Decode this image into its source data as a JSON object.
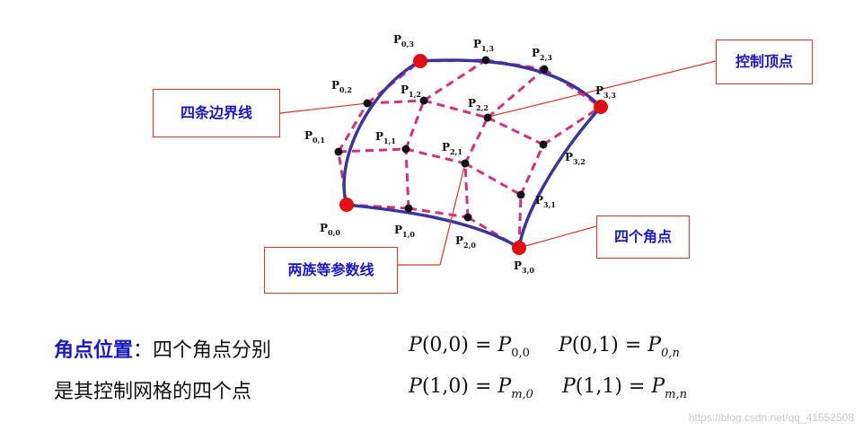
{
  "colors": {
    "curve": "#3a34a0",
    "dash": "#d4307c",
    "corner": "#e01010",
    "point": "#111111",
    "callout_border": "#e0342c",
    "callout_text": "#1a17c8"
  },
  "callouts": {
    "boundary": "四条边界线",
    "control": "控制顶点",
    "isoparam": "两族等参数线",
    "corners": "四个角点"
  },
  "points": [
    {
      "base": "P",
      "sub": "0,0"
    },
    {
      "base": "P",
      "sub": "1,0"
    },
    {
      "base": "P",
      "sub": "2,0"
    },
    {
      "base": "P",
      "sub": "3,0"
    },
    {
      "base": "P",
      "sub": "0,1"
    },
    {
      "base": "P",
      "sub": "1,1"
    },
    {
      "base": "P",
      "sub": "2,1"
    },
    {
      "base": "P",
      "sub": "3,1"
    },
    {
      "base": "P",
      "sub": "0,2"
    },
    {
      "base": "P",
      "sub": "1,2"
    },
    {
      "base": "P",
      "sub": "2,2"
    },
    {
      "base": "P",
      "sub": "3,2"
    },
    {
      "base": "P",
      "sub": "0,3"
    },
    {
      "base": "P",
      "sub": "1,3"
    },
    {
      "base": "P",
      "sub": "2,3"
    },
    {
      "base": "P",
      "sub": "3,3"
    }
  ],
  "bottom": {
    "heading": "角点位置",
    "colon_text": "：四个角点分别",
    "line2": "是其控制网格的四个点"
  },
  "formulas": {
    "r1a_lhs": "P",
    "r1a_args": "(0,0)",
    "r1a_eq": " = ",
    "r1a_rhs": "P",
    "r1a_sub": "0,0",
    "r1b_lhs": "P",
    "r1b_args": "(0,1)",
    "r1b_eq": " = ",
    "r1b_rhs": "P",
    "r1b_sub": "0,n",
    "r2a_lhs": "P",
    "r2a_args": "(1,0)",
    "r2a_eq": " = ",
    "r2a_rhs": "P",
    "r2a_sub": "m,0",
    "r2b_lhs": "P",
    "r2b_args": "(1,1)",
    "r2b_eq": " = ",
    "r2b_rhs": "P",
    "r2b_sub": "m,n"
  },
  "watermark": "https://blog.csdn.net/qq_41552508"
}
